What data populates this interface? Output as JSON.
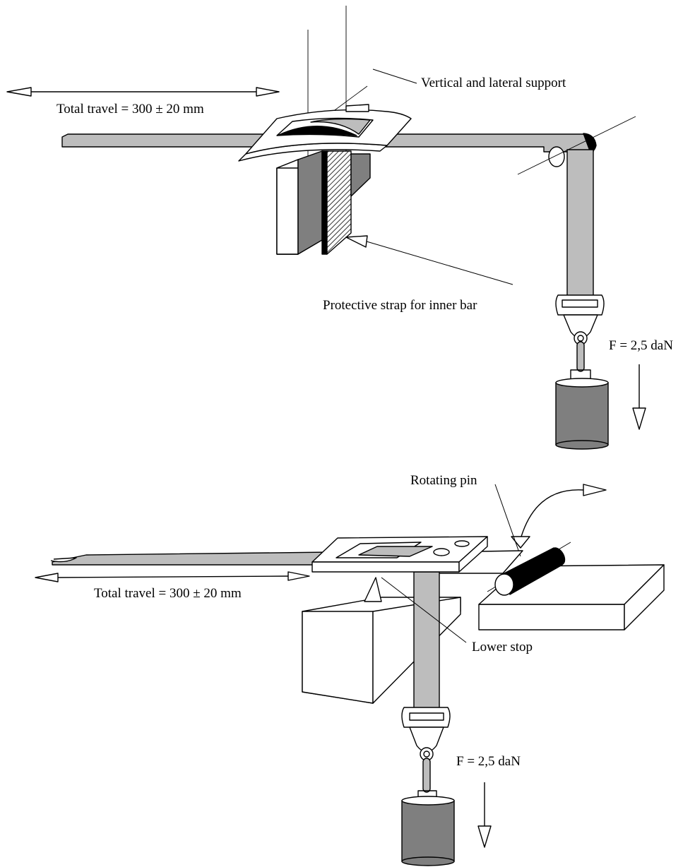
{
  "upper_figure": {
    "labels": {
      "support": "Vertical and lateral support",
      "travel": "Total travel = 300 ± 20 mm",
      "strap": "Protective strap for inner bar",
      "force": "F = 2,5 daN"
    }
  },
  "lower_figure": {
    "labels": {
      "pin": "Rotating pin",
      "travel": "Total travel = 300 ± 20 mm",
      "stop": "Lower stop",
      "force": "F = 2,5 daN"
    }
  },
  "colors": {
    "bar": "#bdbdbd",
    "dark": "#7f7f7f",
    "black": "#000000",
    "white": "#ffffff"
  }
}
